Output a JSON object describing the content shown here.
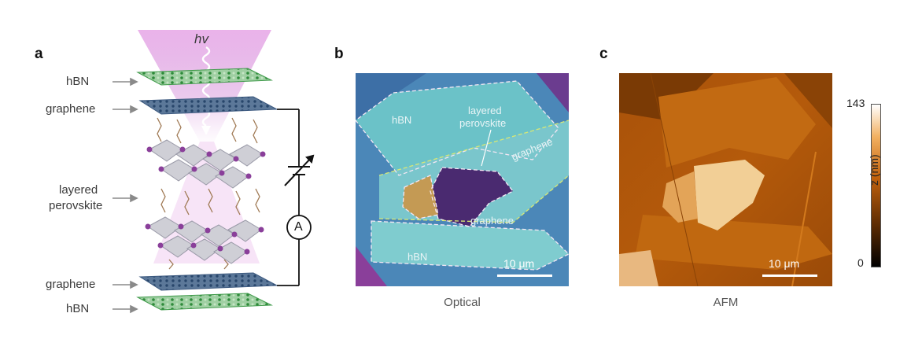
{
  "panels": {
    "a": {
      "letter": "a",
      "hv": "hv",
      "labels": {
        "hbn_top": "hBN",
        "graphene_top": "graphene",
        "perovskite_line1": "layered",
        "perovskite_line2": "perovskite",
        "graphene_bottom": "graphene",
        "hbn_bottom": "hBN"
      },
      "ammeter": "A"
    },
    "b": {
      "letter": "b",
      "caption": "Optical",
      "overlay": {
        "hbn_top": "hBN",
        "perovskite_line1": "layered",
        "perovskite_line2": "perovskite",
        "graphene_upper": "graphene",
        "graphene_lower": "graphene",
        "hbn_bottom": "hBN"
      },
      "scalebar": "10 μm"
    },
    "c": {
      "letter": "c",
      "caption": "AFM",
      "scalebar": "10 μm",
      "colorbar": {
        "max": "143",
        "min": "0",
        "label": "z (nm)"
      }
    }
  },
  "colors": {
    "hbn_green": "#3f9a4a",
    "graphene_blue": "#3d5a80",
    "perovskite_purple": "#8a3f9a",
    "optical_bg": "#5ab8c6",
    "afm_orange": "#c2620c"
  }
}
